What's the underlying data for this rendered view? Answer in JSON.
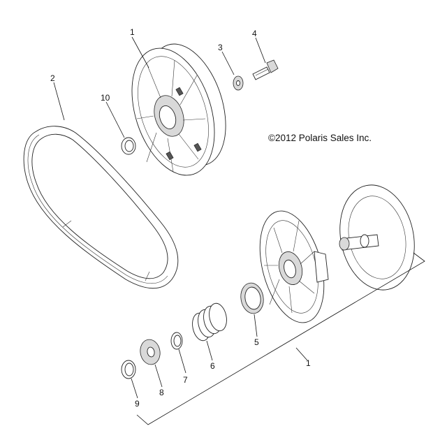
{
  "copyright": "©2012 Polaris Sales Inc.",
  "callouts": {
    "c1_top": "1",
    "c2": "2",
    "c3": "3",
    "c4": "4",
    "c10": "10",
    "c1_bottom": "1",
    "c5": "5",
    "c6": "6",
    "c7": "7",
    "c8": "8",
    "c9": "9"
  }
}
